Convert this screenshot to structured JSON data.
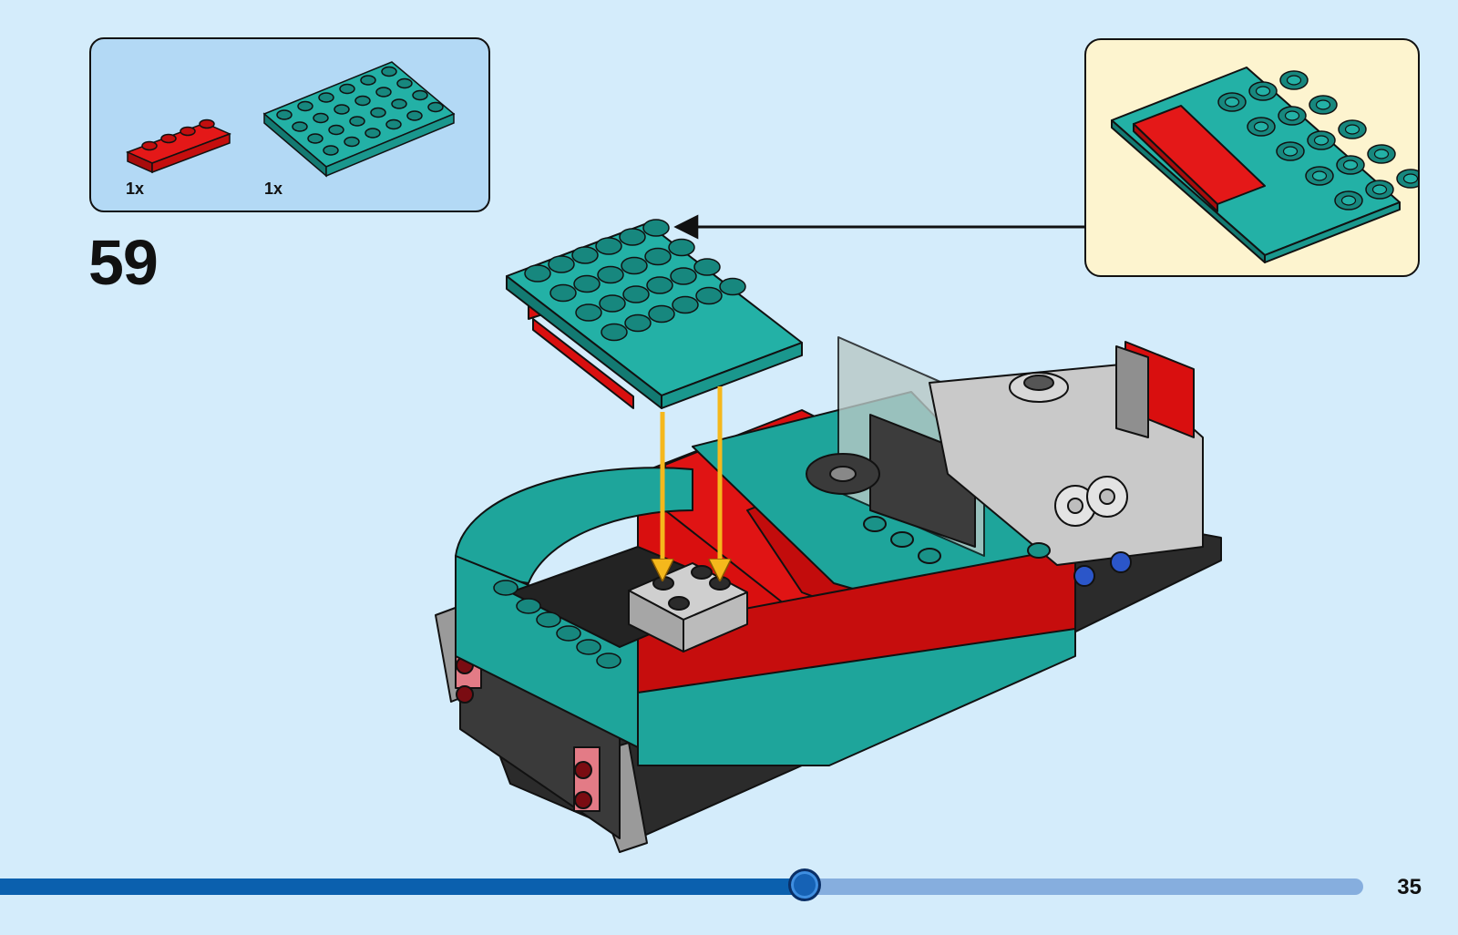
{
  "parts_list": {
    "items": [
      {
        "part": "red-plate-1x4",
        "quantity": "1x",
        "color": "#d90f0f"
      },
      {
        "part": "teal-plate-4x6",
        "quantity": "1x",
        "color": "#1ea59b"
      }
    ]
  },
  "step": {
    "number": "59"
  },
  "page": {
    "number": "35"
  },
  "progress": {
    "fraction": 0.59
  },
  "colors": {
    "background": "#d4ecfb",
    "teal": "#1ea59b",
    "red": "#d90f0f",
    "arrow": "#f5b81c",
    "progress_done": "#0b60ae",
    "progress_todo": "#86aede"
  },
  "icons": {
    "callout_arrow": "arrow-left-icon",
    "placement_arrows": "arrow-down-icon"
  }
}
